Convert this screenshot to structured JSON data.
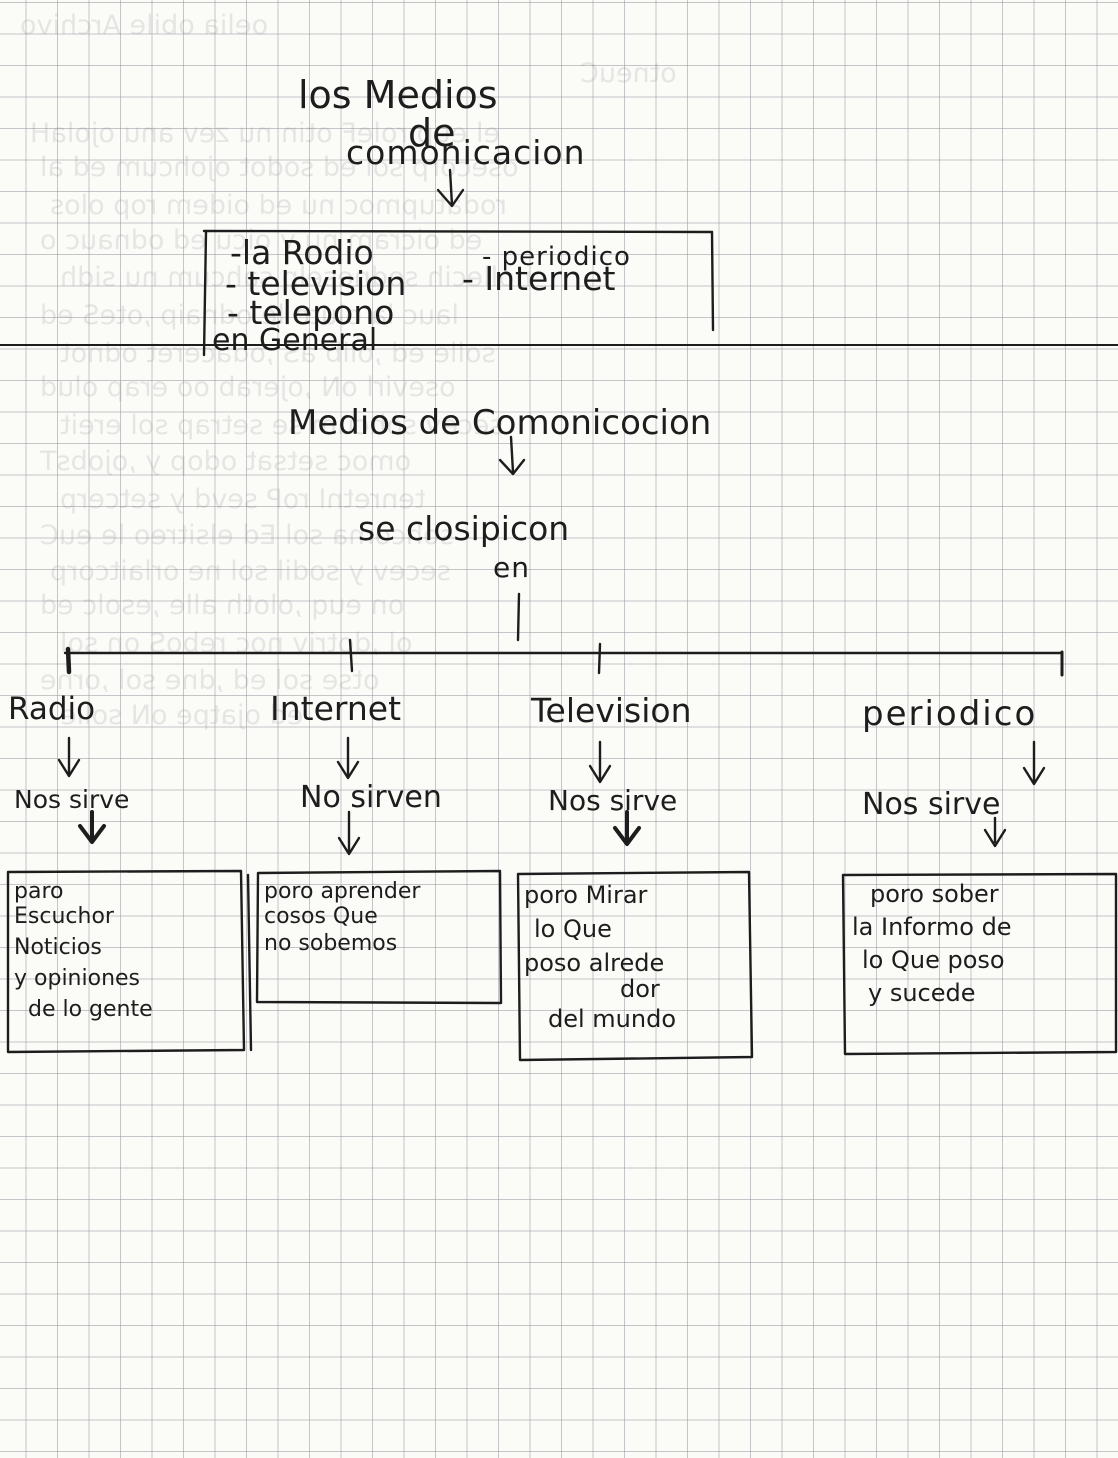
{
  "title": {
    "line1": "los Medios",
    "line2": "de",
    "line3": "comonicacion"
  },
  "media_list": {
    "items": [
      "-la Rodio",
      "- periodico",
      "- television",
      "- Internet",
      "- telepono"
    ],
    "footer": "en General"
  },
  "subtitle": "Medios de Comonicocion",
  "classify": {
    "line1": "se closipicon",
    "line2": "en"
  },
  "branches": [
    {
      "name": "Radio",
      "serves": "Nos sirve",
      "desc": [
        "paro",
        "Escuchor",
        "Noticios",
        "y opiniones",
        "de lo gente"
      ]
    },
    {
      "name": "Internet",
      "serves": "No sirven",
      "desc": [
        "poro aprender",
        "cosos Que",
        "no sobemos"
      ]
    },
    {
      "name": "Television",
      "serves": "Nos sirve",
      "desc": [
        "poro Mirar",
        "lo Que",
        "poso alrede",
        "dor",
        "del mundo"
      ]
    },
    {
      "name": "periodico",
      "serves": "Nos sirve",
      "desc": [
        "poro sober",
        "la Informo de",
        "lo Que poso",
        "y sucede"
      ]
    }
  ],
  "ink_color": "#1d1d1d",
  "grid_color": "#9a9ea3"
}
